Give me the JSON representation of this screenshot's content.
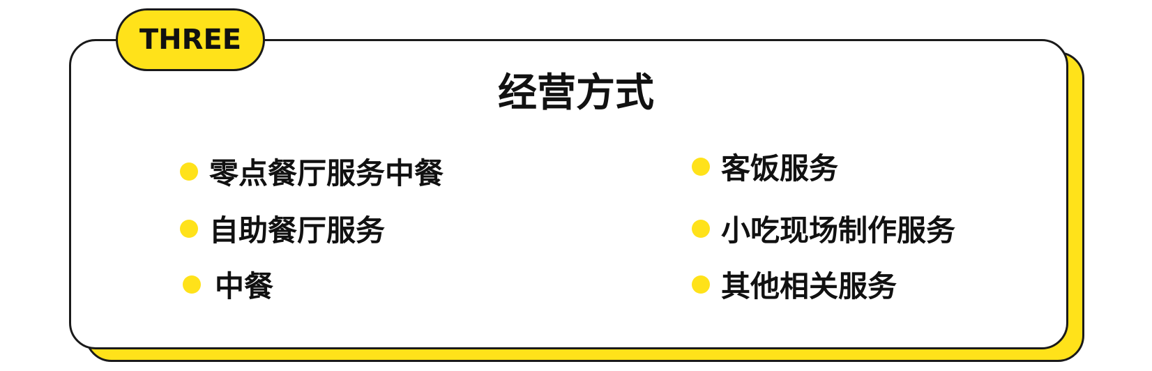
{
  "tag": {
    "label": "THREE"
  },
  "title": "经营方式",
  "colors": {
    "accent": "#FFE21A",
    "ink": "#111111",
    "card": "#FFFFFF"
  },
  "left_items": [
    {
      "label": "零点餐厅服务中餐"
    },
    {
      "label": "自助餐厅服务"
    },
    {
      "label": "中餐"
    }
  ],
  "right_items": [
    {
      "label": "客饭服务"
    },
    {
      "label": "小吃现场制作服务"
    },
    {
      "label": "其他相关服务"
    }
  ]
}
